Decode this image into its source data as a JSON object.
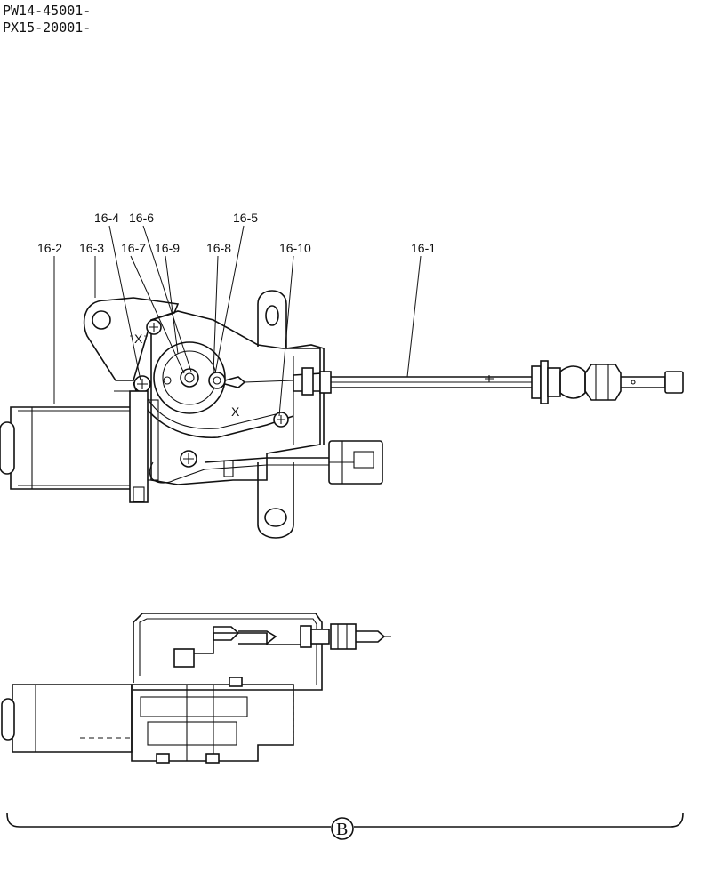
{
  "serial_numbers": [
    "PW14-45001-",
    "PX15-20001-"
  ],
  "callouts": {
    "p16_1": "16-1",
    "p16_2": "16-2",
    "p16_3": "16-3",
    "p16_4": "16-4",
    "p16_5": "16-5",
    "p16_6": "16-6",
    "p16_7": "16-7",
    "p16_8": "16-8",
    "p16_9": "16-9",
    "p16_10": "16-10"
  },
  "view_marks": {
    "x_mark_1": "X",
    "x_mark_2": "X"
  },
  "view_label": "B"
}
